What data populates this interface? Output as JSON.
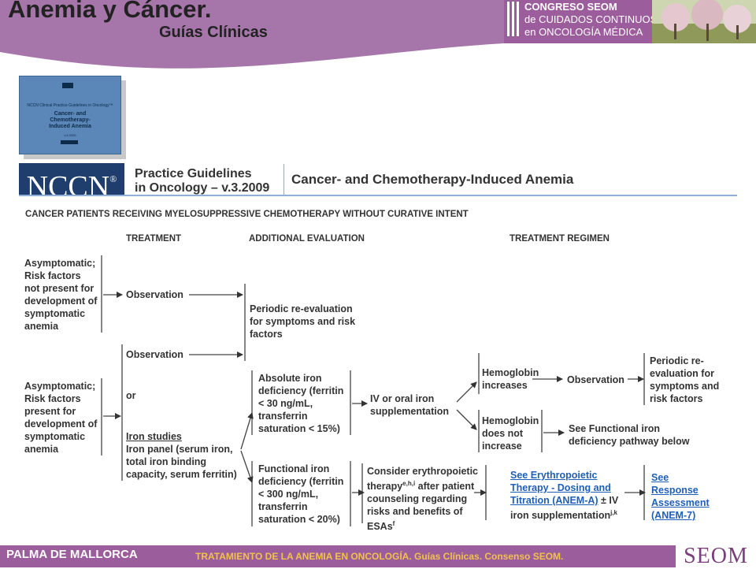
{
  "header": {
    "title": "Anemia y Cáncer.",
    "subtitle": "Guías Clínicas",
    "congress_lines": [
      "CONGRESO SEOM",
      "de CUIDADOS CONTINUOS",
      "en ONCOLOGÍA MÉDICA"
    ]
  },
  "book": {
    "small": "NCCN Clinical Practice Guidelines in Oncology™",
    "title_lines": [
      "Cancer- and",
      "Chemotherapy-",
      "Induced Anemia"
    ],
    "version": "v.3.2009"
  },
  "banner": {
    "logo": "NCCN",
    "logo_mark": "®",
    "practice_line1": "Practice Guidelines",
    "practice_line2": "in Oncology – v.3.2009",
    "title": "Cancer- and Chemotherapy-Induced Anemia"
  },
  "flow": {
    "main_heading": "CANCER PATIENTS RECEIVING MYELOSUPPRESSIVE CHEMOTHERAPY WITHOUT CURATIVE INTENT",
    "col_treatment": "TREATMENT",
    "col_evaluation": "ADDITIONAL EVALUATION",
    "col_regimen": "TREATMENT REGIMEN",
    "box_no_risk": [
      "Asymptomatic;",
      "Risk factors",
      "not present for",
      "development of",
      "symptomatic",
      "anemia"
    ],
    "observation_1": "Observation",
    "periodic_1": [
      "Periodic re-evaluation",
      "for symptoms and risk",
      "factors"
    ],
    "box_risk": [
      "Asymptomatic;",
      "Risk factors",
      "present for",
      "development of",
      "symptomatic",
      "anemia"
    ],
    "observation_2": "Observation",
    "or": "or",
    "iron_studies": "Iron studies",
    "iron_panel": [
      "Iron panel (serum iron,",
      "total iron binding",
      "capacity, serum ferritin)"
    ],
    "absolute_iron": [
      "Absolute iron",
      "deficiency (ferritin",
      "< 30 ng/mL,",
      "transferrin",
      "saturation < 15%)"
    ],
    "iv_oral": [
      "IV or oral iron",
      "supplementation"
    ],
    "hb_increases": [
      "Hemoglobin",
      "increases"
    ],
    "observation_3": "Observation",
    "periodic_2": [
      "Periodic re-",
      "evaluation for",
      "symptoms and",
      "risk factors"
    ],
    "hb_not": [
      "Hemoglobin",
      "does not",
      "increase"
    ],
    "see_functional": [
      "See Functional iron",
      "deficiency pathway below"
    ],
    "functional_iron": [
      "Functional iron",
      "deficiency (ferritin",
      "< 300 ng/mL,",
      "transferrin",
      "saturation < 20%)"
    ],
    "consider_1": "Consider erythropoietic",
    "consider_2_a": "therapy",
    "consider_2_sup": "e,h,i",
    "consider_2_b": " after patient",
    "consider_3": "counseling regarding",
    "consider_4": "risks and benefits of",
    "consider_5_a": "ESAs",
    "consider_5_sup": "f",
    "see_esa_1": "See Erythropoietic",
    "see_esa_2": "Therapy - Dosing and",
    "see_esa_3": "Titration (ANEM-A)",
    "see_esa_4": " ± IV",
    "see_esa_5": "iron supplementation",
    "see_esa_sup": "j,k",
    "see_response": [
      "See",
      "Response",
      "Assessment",
      "(ANEM-7)"
    ]
  },
  "footer": {
    "left": "PALMA DE MALLORCA",
    "center": "TRATAMIENTO DE LA ANEMIA EN ONCOLOGÍA. Guías Clínicas. Consenso SEOM.",
    "logo": "SEOM"
  },
  "colors": {
    "header_purple": "#a676ab",
    "footer_purple": "#9b5d9b",
    "nccn_blue": "#1f3e6e",
    "link_blue": "#1f5fb8"
  }
}
